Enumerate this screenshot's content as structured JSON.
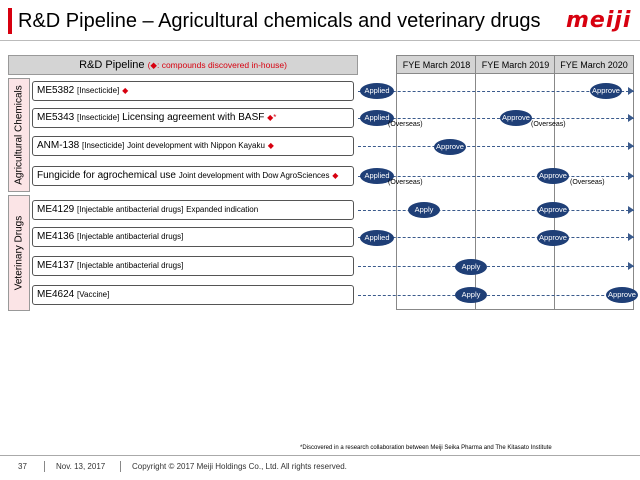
{
  "header": {
    "title": "R&D Pipeline – Agricultural chemicals and veterinary drugs",
    "logo": "meiji"
  },
  "table": {
    "header_label": "R&D Pipeline",
    "header_note_open": "(",
    "header_note_diamond": "◆",
    "header_note_text": ": compounds discovered in-house)",
    "years": [
      "FYE March 2018",
      "FYE March 2019",
      "FYE March 2020"
    ],
    "categories": [
      "Agricultural Chemicals",
      "Veterinary Drugs"
    ],
    "rows": [
      {
        "code": "ME5382",
        "type": "[Insecticide]",
        "detail": "",
        "marker": "◆"
      },
      {
        "code": "ME5343",
        "type": "[Insecticide]",
        "detail": "Licensing agreement with BASF",
        "marker": "◆*"
      },
      {
        "code": "ANM-138",
        "type": "[Insecticide]",
        "detail": "Joint development with Nippon Kayaku",
        "marker": "◆"
      },
      {
        "code": "Fungicide for agrochemical use",
        "type": "",
        "detail": "Joint development with Dow AgroSciences",
        "marker": "◆"
      },
      {
        "code": "ME4129",
        "type": "[Injectable antibacterial drugs]",
        "detail": "Expanded indication",
        "marker": ""
      },
      {
        "code": "ME4136",
        "type": "[Injectable antibacterial drugs]",
        "detail": "",
        "marker": ""
      },
      {
        "code": "ME4137",
        "type": "[Injectable antibacterial drugs]",
        "detail": "",
        "marker": ""
      },
      {
        "code": "ME4624",
        "type": "[Vaccine]",
        "detail": "",
        "marker": ""
      }
    ],
    "milestones": {
      "applied": "Applied",
      "approve": "Approve",
      "apply": "Apply",
      "overseas": "(Overseas)"
    }
  },
  "footnote": "*Discovered in a research collaboration between Meiji Seika Pharma and The Kitasato Institute",
  "footer": {
    "page": "37",
    "date": "Nov. 13, 2017",
    "copyright": "Copyright © 2017 Meiji Holdings Co., Ltd. All rights reserved."
  },
  "colors": {
    "brand_red": "#d7000f",
    "pill_navy": "#1f3f77",
    "category_pink": "#fbe4e6",
    "header_gray": "#d4d4d4"
  }
}
